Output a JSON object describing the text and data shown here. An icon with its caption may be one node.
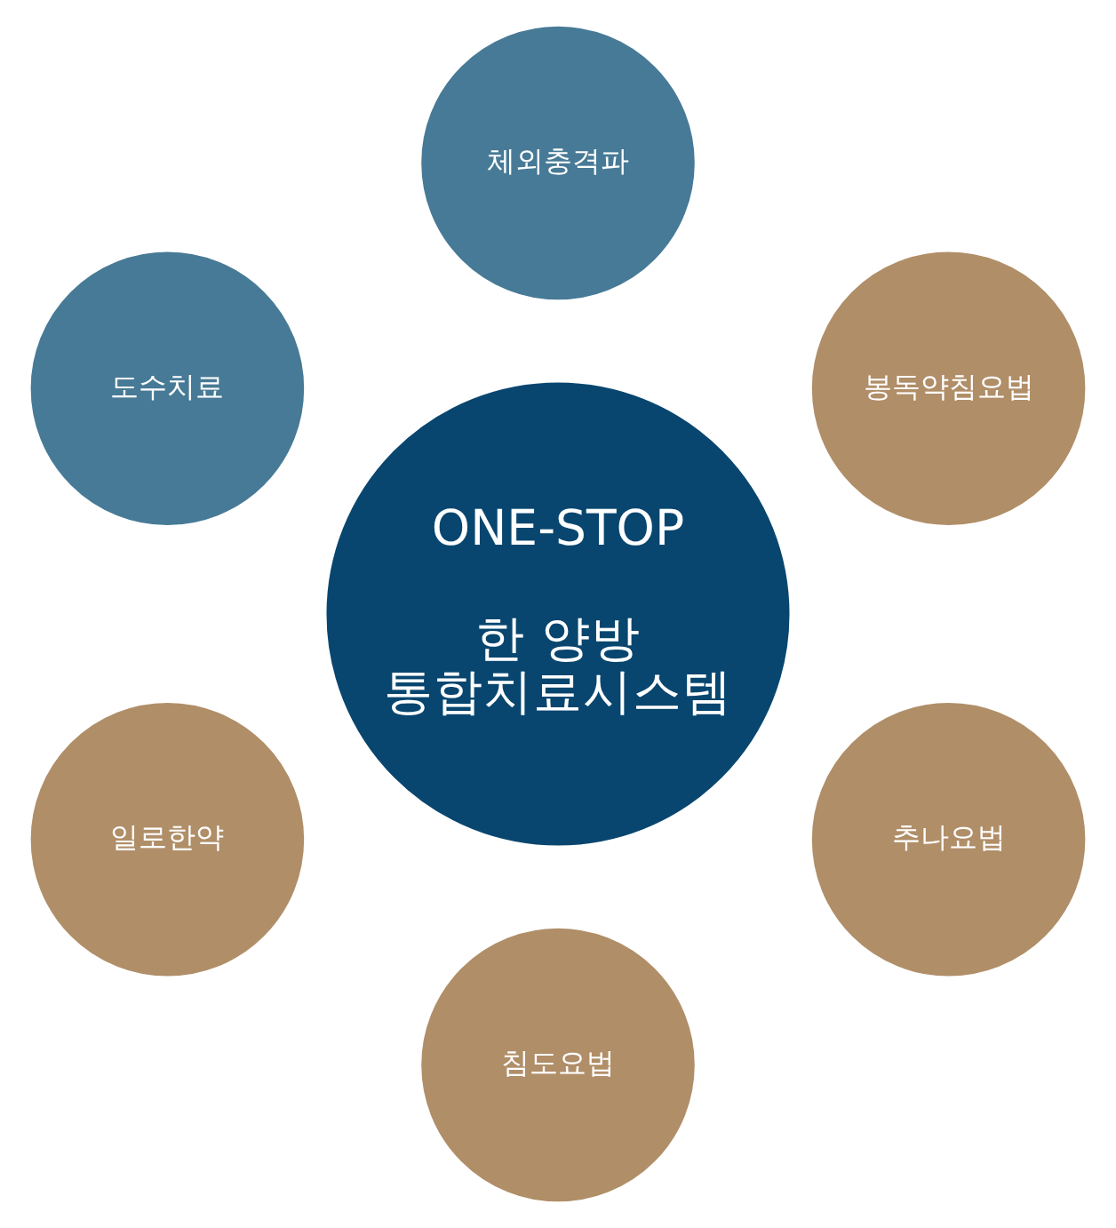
{
  "diagram": {
    "nodes": [
      {
        "text": [
          "ONE-STOP",
          "한 양방 통합치료시스템"
        ]
      },
      {
        "text": [
          "봉독약침요법"
        ]
      },
      {
        "text": [
          "체외충격파"
        ]
      },
      {
        "text": [
          "도수치료"
        ]
      },
      {
        "text": [
          "일로한약"
        ]
      },
      {
        "text": [
          "침도요법"
        ]
      },
      {
        "text": [
          "추나요법"
        ]
      }
    ],
    "edges": []
  }
}
